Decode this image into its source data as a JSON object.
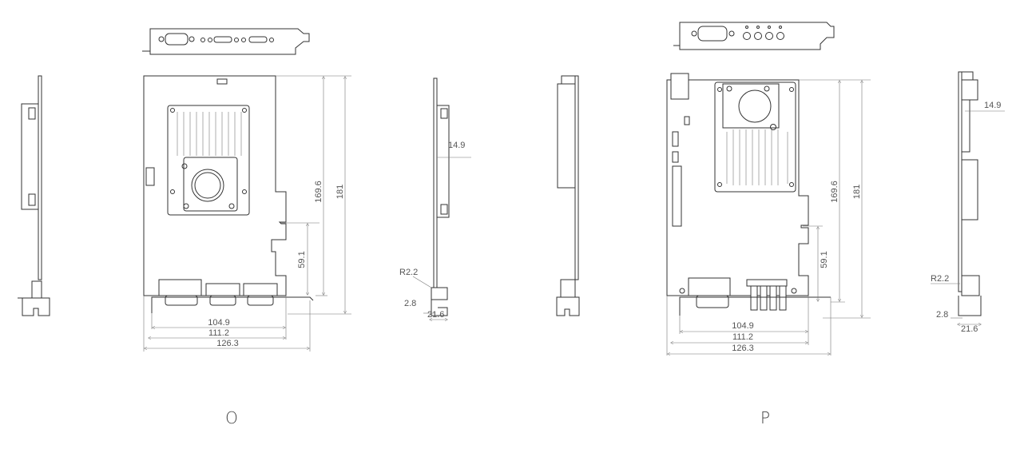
{
  "figures": [
    {
      "label": "O",
      "dimensions": {
        "height_inner": "169.6",
        "height_total": "181",
        "notch_height": "59.1",
        "width_bracket": "104.9",
        "width_mid": "111.2",
        "width_total": "126.3",
        "component_depth": "14.9",
        "radius": "R2.2",
        "bracket_offset": "2.8",
        "bracket_depth": "21.6"
      }
    },
    {
      "label": "P",
      "dimensions": {
        "height_inner": "169.6",
        "height_total": "181",
        "notch_height": "59.1",
        "width_bracket": "104.9",
        "width_mid": "111.2",
        "width_total": "126.3",
        "component_depth": "14.9",
        "radius": "R2.2",
        "bracket_offset": "2.8",
        "bracket_depth": "21.6"
      }
    }
  ]
}
